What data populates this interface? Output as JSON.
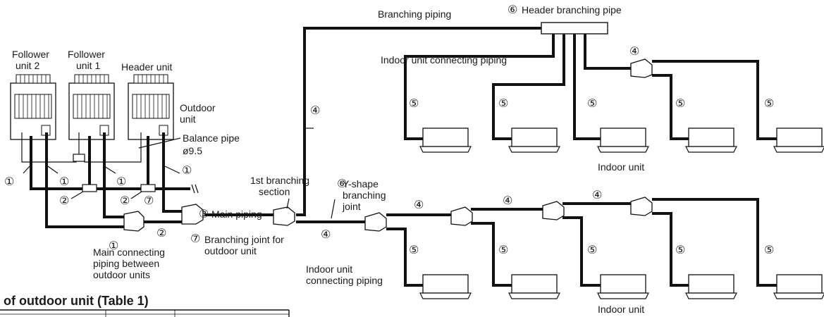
{
  "labels": {
    "follower2": [
      "Follower",
      "unit 2"
    ],
    "follower1": [
      "Follower",
      "unit 1"
    ],
    "header_unit": "Header unit",
    "outdoor_unit": [
      "Outdoor",
      "unit"
    ],
    "balance_pipe": "Balance pipe",
    "balance_dia": "ø9.5",
    "main_piping": "Main piping",
    "first_branch": [
      "1st branching",
      "section"
    ],
    "branch_joint_outdoor": [
      "Branching joint for",
      "outdoor unit"
    ],
    "main_connecting": [
      "Main connecting",
      "piping between",
      "outdoor units"
    ],
    "branching_piping": "Branching piping",
    "header_branching_pipe": "Header branching pipe",
    "indoor_connecting_top": "Indoor unit connecting piping",
    "indoor_unit_top": "Indoor unit",
    "y_shape": [
      "Y-shape",
      "branching",
      "joint"
    ],
    "indoor_connecting_bottom": [
      "Indoor unit",
      "connecting piping"
    ],
    "indoor_unit_bottom": "Indoor unit",
    "table_caption": "of outdoor unit (Table 1)"
  },
  "markers": {
    "m1": "①",
    "m2": "②",
    "m3": "③",
    "m4": "④",
    "m5": "⑤",
    "m6": "⑥",
    "m7": "⑦"
  },
  "icons": [
    "outdoor-unit-icon",
    "indoor-unit-icon",
    "branch-joint-icon",
    "header-pipe-icon"
  ],
  "colors": {
    "line": "#111111",
    "background": "#ffffff"
  }
}
